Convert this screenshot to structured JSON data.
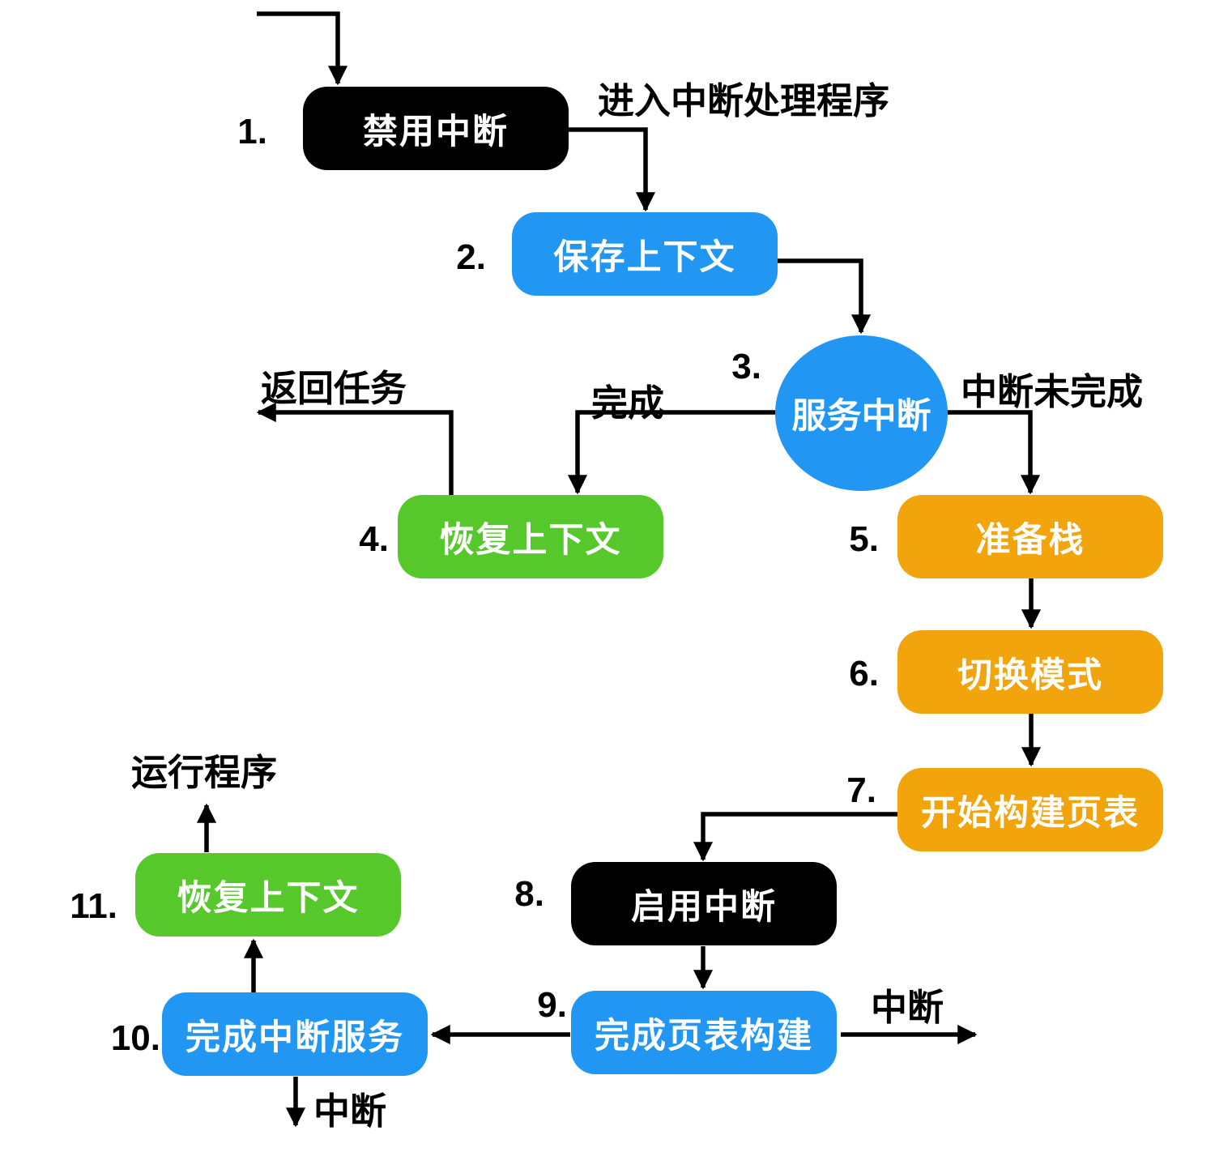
{
  "diagram_type": "flowchart",
  "colors": {
    "blue": "#2196F3",
    "green": "#56C82B",
    "orange": "#F1A40B",
    "black": "#000000",
    "line": "#000000",
    "node_text": "#FFFFFF",
    "label_text": "#000000",
    "background": "#FFFFFF"
  },
  "nodes": [
    {
      "step": "1.",
      "label": "禁用中断",
      "shape": "rounded-rect",
      "color": "black"
    },
    {
      "step": "2.",
      "label": "保存上下文",
      "shape": "rounded-rect",
      "color": "blue"
    },
    {
      "step": "3.",
      "label": "服务中断",
      "shape": "circle",
      "color": "blue"
    },
    {
      "step": "4.",
      "label": "恢复上下文",
      "shape": "rounded-rect",
      "color": "green"
    },
    {
      "step": "5.",
      "label": "准备栈",
      "shape": "rounded-rect",
      "color": "orange"
    },
    {
      "step": "6.",
      "label": "切换模式",
      "shape": "rounded-rect",
      "color": "orange"
    },
    {
      "step": "7.",
      "label": "开始构建页表",
      "shape": "rounded-rect",
      "color": "orange"
    },
    {
      "step": "8.",
      "label": "启用中断",
      "shape": "rounded-rect",
      "color": "black"
    },
    {
      "step": "9.",
      "label": "完成页表构建",
      "shape": "rounded-rect",
      "color": "blue"
    },
    {
      "step": "10.",
      "label": "完成中断服务",
      "shape": "rounded-rect",
      "color": "blue"
    },
    {
      "step": "11.",
      "label": "恢复上下文",
      "shape": "rounded-rect",
      "color": "green"
    }
  ],
  "annotations": {
    "enter_handler": "进入中断处理程序",
    "return_task": "返回任务",
    "done": "完成",
    "interrupt_not_done": "中断未完成",
    "run_program": "运行程序",
    "interrupt_right": "中断",
    "interrupt_bottom": "中断"
  },
  "edges": [
    {
      "from": "start",
      "to": "1",
      "label": ""
    },
    {
      "from": "1",
      "to": "2",
      "label": "进入中断处理程序"
    },
    {
      "from": "2",
      "to": "3",
      "label": ""
    },
    {
      "from": "3",
      "to": "4",
      "label": "完成"
    },
    {
      "from": "4",
      "to": "exit",
      "label": "返回任务"
    },
    {
      "from": "3",
      "to": "5",
      "label": "中断未完成"
    },
    {
      "from": "5",
      "to": "6",
      "label": ""
    },
    {
      "from": "6",
      "to": "7",
      "label": ""
    },
    {
      "from": "7",
      "to": "8",
      "label": ""
    },
    {
      "from": "8",
      "to": "9",
      "label": ""
    },
    {
      "from": "9",
      "to": "10",
      "label": ""
    },
    {
      "from": "9",
      "to": "exit",
      "label": "中断"
    },
    {
      "from": "10",
      "to": "11",
      "label": ""
    },
    {
      "from": "11",
      "to": "exit",
      "label": "运行程序"
    },
    {
      "from": "10",
      "to": "exit",
      "label": "中断"
    }
  ]
}
